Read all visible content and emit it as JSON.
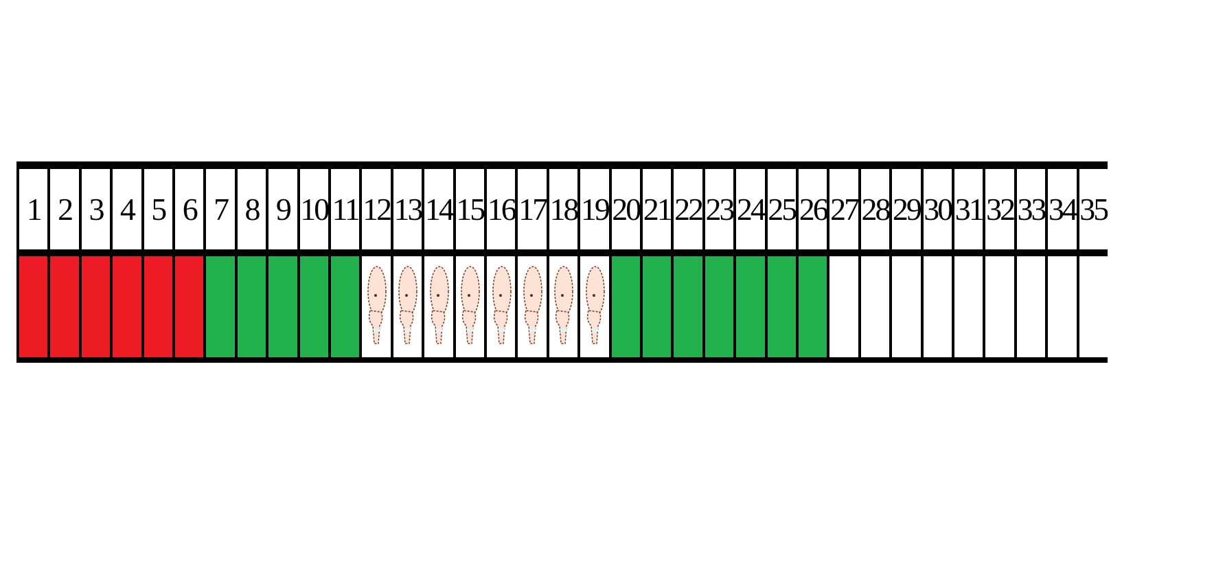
{
  "colors": {
    "red": "#ed1c24",
    "green": "#22b14c",
    "empty": "#ffffff",
    "baby": "#ffffff"
  },
  "cells": [
    {
      "label": "1",
      "state": "red"
    },
    {
      "label": "2",
      "state": "red"
    },
    {
      "label": "3",
      "state": "red"
    },
    {
      "label": "4",
      "state": "red"
    },
    {
      "label": "5",
      "state": "red"
    },
    {
      "label": "6",
      "state": "red"
    },
    {
      "label": "7",
      "state": "green"
    },
    {
      "label": "8",
      "state": "green"
    },
    {
      "label": "9",
      "state": "green"
    },
    {
      "label": "10",
      "state": "green"
    },
    {
      "label": "11",
      "state": "green"
    },
    {
      "label": "12",
      "state": "baby"
    },
    {
      "label": "13",
      "state": "baby"
    },
    {
      "label": "14",
      "state": "baby"
    },
    {
      "label": "15",
      "state": "baby"
    },
    {
      "label": "16",
      "state": "baby"
    },
    {
      "label": "17",
      "state": "baby"
    },
    {
      "label": "18",
      "state": "baby"
    },
    {
      "label": "19",
      "state": "baby"
    },
    {
      "label": "20",
      "state": "green"
    },
    {
      "label": "21",
      "state": "green"
    },
    {
      "label": "22",
      "state": "green"
    },
    {
      "label": "23",
      "state": "green"
    },
    {
      "label": "24",
      "state": "green"
    },
    {
      "label": "25",
      "state": "green"
    },
    {
      "label": "26",
      "state": "green"
    },
    {
      "label": "27",
      "state": "empty"
    },
    {
      "label": "28",
      "state": "empty"
    },
    {
      "label": "29",
      "state": "empty"
    },
    {
      "label": "30",
      "state": "empty"
    },
    {
      "label": "31",
      "state": "empty"
    },
    {
      "label": "32",
      "state": "empty"
    },
    {
      "label": "33",
      "state": "empty"
    },
    {
      "label": "34",
      "state": "empty"
    },
    {
      "label": "35",
      "state": "empty"
    }
  ]
}
